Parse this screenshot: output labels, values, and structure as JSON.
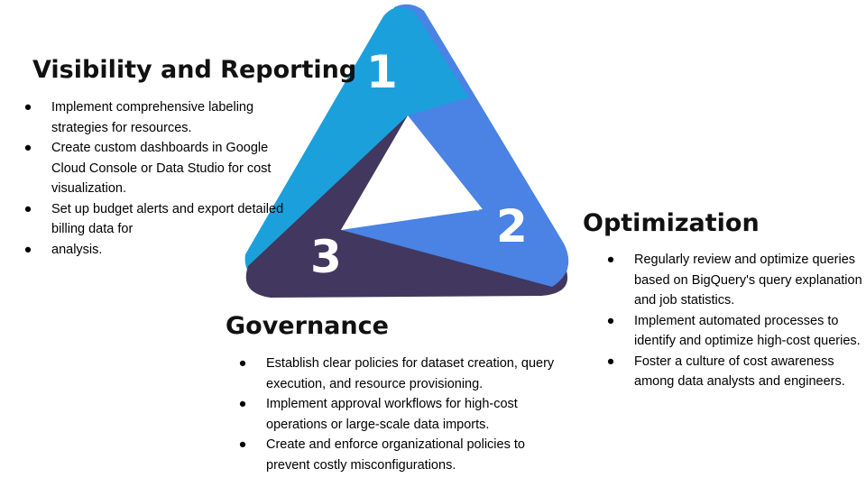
{
  "diagram": {
    "numbers": [
      "1",
      "2",
      "3"
    ],
    "colors": {
      "segment1": "#1ba0dc",
      "segment2": "#4a83e4",
      "segment3": "#41375f"
    }
  },
  "sections": {
    "visibility": {
      "title": "Visibility and Reporting",
      "items": [
        "Implement comprehensive labeling strategies for resources.",
        "Create custom dashboards in Google Cloud Console or Data Studio for cost visualization.",
        "Set up budget alerts and export detailed billing data for",
        "analysis."
      ]
    },
    "optimization": {
      "title": "Optimization",
      "items": [
        "Regularly review and optimize queries based on BigQuery's query explanation and job statistics.",
        "Implement automated processes to identify and optimize high-cost queries.",
        "Foster a culture of cost awareness among data analysts and engineers."
      ]
    },
    "governance": {
      "title": "Governance",
      "items": [
        "Establish clear policies for dataset creation, query execution, and resource provisioning.",
        "Implement approval workflows for high-cost operations or large-scale data imports.",
        "Create and enforce organizational policies to prevent costly misconfigurations."
      ]
    }
  }
}
